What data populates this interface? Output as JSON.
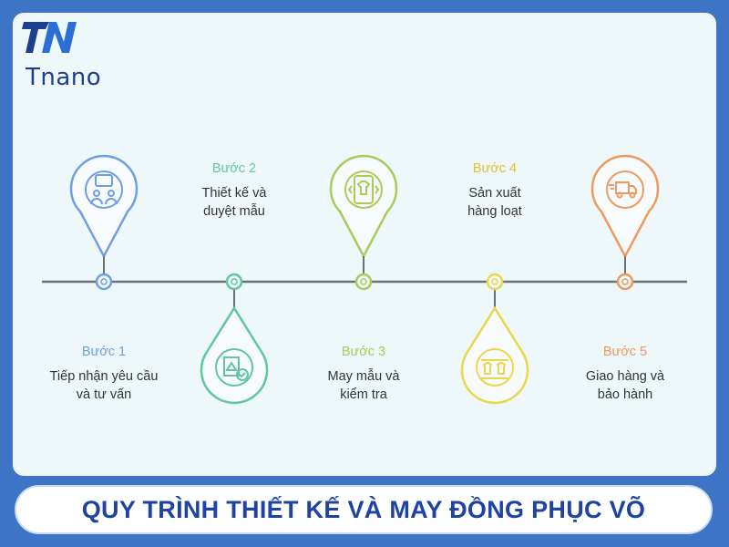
{
  "brand": {
    "name": "Tnano"
  },
  "banner": {
    "title": "QUY TRÌNH THIẾT KẾ VÀ MAY ĐỒNG PHỤC VÕ"
  },
  "steps": [
    {
      "label": "Bước 1",
      "text_1": "Tiếp nhận yêu cầu",
      "text_2": "và tư vấn",
      "color": "#6f9fe0",
      "icon": "consultation-icon"
    },
    {
      "label": "Bước 2",
      "text_1": "Thiết kế và",
      "text_2": "duyệt mẫu",
      "color": "#5fc6a0",
      "icon": "design-approval-icon"
    },
    {
      "label": "Bước 3",
      "text_1": "May mẫu và",
      "text_2": "kiểm tra",
      "color": "#a8cc58",
      "icon": "sample-sewing-icon"
    },
    {
      "label": "Bước 4",
      "text_1": "Sản xuất",
      "text_2": "hàng loạt",
      "color": "#ead84a",
      "icon": "mass-production-icon"
    },
    {
      "label": "Bước 5",
      "text_1": "Giao hàng và",
      "text_2": "bảo hành",
      "color": "#ee9a5e",
      "icon": "delivery-truck-icon"
    }
  ]
}
